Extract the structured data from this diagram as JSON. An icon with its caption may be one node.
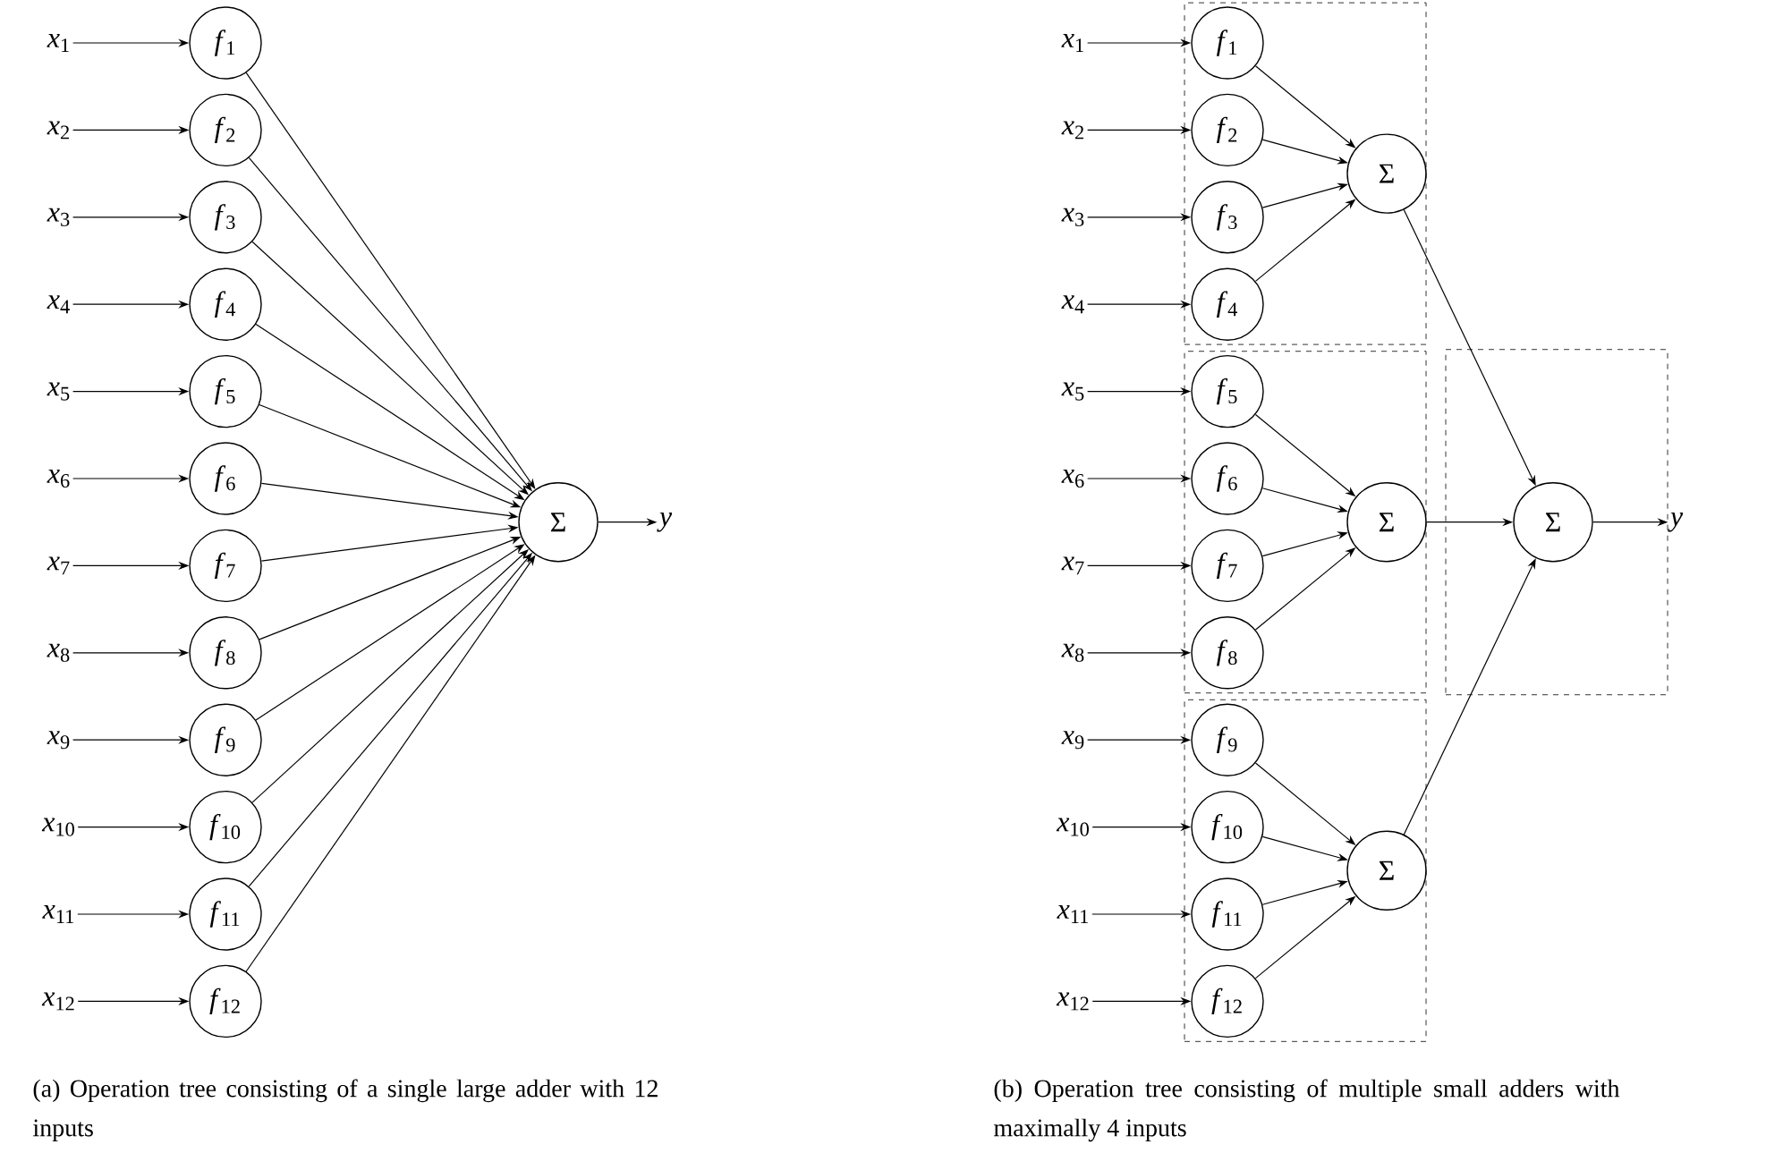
{
  "diagram": {
    "nodes": [
      {
        "text": [
          "*x*$_{1}$"
        ]
      },
      {
        "text": [
          "*x*$_{2}$"
        ]
      },
      {
        "text": [
          "*x*$_{3}$"
        ]
      },
      {
        "text": [
          "*x*$_{4}$"
        ]
      },
      {
        "text": [
          "*x*$_{5}$"
        ]
      },
      {
        "text": [
          "*x*$_{6}$"
        ]
      },
      {
        "text": [
          "*x*$_{7}$"
        ]
      },
      {
        "text": [
          "*x*$_{8}$"
        ]
      },
      {
        "text": [
          "*x*$_{9}$"
        ]
      },
      {
        "text": [
          "*x*$_{10}$"
        ]
      },
      {
        "text": [
          "*x*$_{11}$"
        ]
      },
      {
        "text": [
          "*x*$_{12}$"
        ]
      },
      {
        "text": [
          "*f*$_{1}$"
        ]
      },
      {
        "text": [
          "*f*$_{2}$"
        ]
      },
      {
        "text": [
          "*f*$_{3}$"
        ]
      },
      {
        "text": [
          "*f*$_{4}$"
        ]
      },
      {
        "text": [
          "*f*$_{5}$"
        ]
      },
      {
        "text": [
          "*f*$_{6}$"
        ]
      },
      {
        "text": [
          "*f*$_{7}$"
        ]
      },
      {
        "text": [
          "*f*$_{8}$"
        ]
      },
      {
        "text": [
          "*f*$_{9}$"
        ]
      },
      {
        "text": [
          "*f*$_{10}$"
        ]
      },
      {
        "text": [
          "*f*$_{11}$"
        ]
      },
      {
        "text": [
          "*f*$_{12}$"
        ]
      },
      {
        "text": [
          "Σ"
        ]
      },
      {
        "text": [
          "*y*"
        ]
      },
      {
        "text": [],
        "shape": "box"
      },
      {
        "text": [],
        "shape": "box"
      },
      {
        "text": [],
        "shape": "box"
      },
      {
        "text": [],
        "shape": "box"
      },
      {
        "text": [
          "*x*$_{1}$"
        ]
      },
      {
        "text": [
          "*x*$_{2}$"
        ]
      },
      {
        "text": [
          "*x*$_{3}$"
        ]
      },
      {
        "text": [
          "*x*$_{4}$"
        ]
      },
      {
        "text": [
          "*x*$_{5}$"
        ]
      },
      {
        "text": [
          "*x*$_{6}$"
        ]
      },
      {
        "text": [
          "*x*$_{7}$"
        ]
      },
      {
        "text": [
          "*x*$_{8}$"
        ]
      },
      {
        "text": [
          "*x*$_{9}$"
        ]
      },
      {
        "text": [
          "*x*$_{10}$"
        ]
      },
      {
        "text": [
          "*x*$_{11}$"
        ]
      },
      {
        "text": [
          "*x*$_{12}$"
        ]
      },
      {
        "text": [
          "*f*$_{1}$"
        ],
        "in": 26
      },
      {
        "text": [
          "*f*$_{2}$"
        ],
        "in": 26
      },
      {
        "text": [
          "*f*$_{3}$"
        ],
        "in": 26
      },
      {
        "text": [
          "*f*$_{4}$"
        ],
        "in": 26
      },
      {
        "text": [
          "*f*$_{5}$"
        ],
        "in": 27
      },
      {
        "text": [
          "*f*$_{6}$"
        ],
        "in": 27
      },
      {
        "text": [
          "*f*$_{7}$"
        ],
        "in": 27
      },
      {
        "text": [
          "*f*$_{8}$"
        ],
        "in": 27
      },
      {
        "text": [
          "*f*$_{9}$"
        ],
        "in": 28
      },
      {
        "text": [
          "*f*$_{10}$"
        ],
        "in": 28
      },
      {
        "text": [
          "*f*$_{11}$"
        ],
        "in": 28
      },
      {
        "text": [
          "*f*$_{12}$"
        ],
        "in": 28
      },
      {
        "text": [
          "Σ"
        ],
        "in": 26
      },
      {
        "text": [
          "Σ"
        ],
        "in": 27
      },
      {
        "text": [
          "Σ"
        ],
        "in": 28
      },
      {
        "text": [
          "Σ"
        ],
        "in": 29
      },
      {
        "text": [
          "*y*"
        ]
      }
    ],
    "edges": [
      {
        "from": 0,
        "to": 12,
        "arrow": "to"
      },
      {
        "from": 1,
        "to": 13,
        "arrow": "to"
      },
      {
        "from": 2,
        "to": 14,
        "arrow": "to"
      },
      {
        "from": 3,
        "to": 15,
        "arrow": "to"
      },
      {
        "from": 4,
        "to": 16,
        "arrow": "to"
      },
      {
        "from": 5,
        "to": 17,
        "arrow": "to"
      },
      {
        "from": 6,
        "to": 18,
        "arrow": "to"
      },
      {
        "from": 7,
        "to": 19,
        "arrow": "to"
      },
      {
        "from": 8,
        "to": 20,
        "arrow": "to"
      },
      {
        "from": 9,
        "to": 21,
        "arrow": "to"
      },
      {
        "from": 10,
        "to": 22,
        "arrow": "to"
      },
      {
        "from": 11,
        "to": 23,
        "arrow": "to"
      },
      {
        "from": 12,
        "to": 24,
        "arrow": "to"
      },
      {
        "from": 13,
        "to": 24,
        "arrow": "to"
      },
      {
        "from": 14,
        "to": 24,
        "arrow": "to"
      },
      {
        "from": 15,
        "to": 24,
        "arrow": "to"
      },
      {
        "from": 16,
        "to": 24,
        "arrow": "to"
      },
      {
        "from": 17,
        "to": 24,
        "arrow": "to"
      },
      {
        "from": 18,
        "to": 24,
        "arrow": "to"
      },
      {
        "from": 19,
        "to": 24,
        "arrow": "to"
      },
      {
        "from": 20,
        "to": 24,
        "arrow": "to"
      },
      {
        "from": 21,
        "to": 24,
        "arrow": "to"
      },
      {
        "from": 22,
        "to": 24,
        "arrow": "to"
      },
      {
        "from": 23,
        "to": 24,
        "arrow": "to"
      },
      {
        "from": 24,
        "to": 25,
        "arrow": "to"
      },
      {
        "from": 30,
        "to": 42,
        "arrow": "to"
      },
      {
        "from": 31,
        "to": 43,
        "arrow": "to"
      },
      {
        "from": 32,
        "to": 44,
        "arrow": "to"
      },
      {
        "from": 33,
        "to": 45,
        "arrow": "to"
      },
      {
        "from": 34,
        "to": 46,
        "arrow": "to"
      },
      {
        "from": 35,
        "to": 47,
        "arrow": "to"
      },
      {
        "from": 36,
        "to": 48,
        "arrow": "to"
      },
      {
        "from": 37,
        "to": 49,
        "arrow": "to"
      },
      {
        "from": 38,
        "to": 50,
        "arrow": "to"
      },
      {
        "from": 39,
        "to": 51,
        "arrow": "to"
      },
      {
        "from": 40,
        "to": 52,
        "arrow": "to"
      },
      {
        "from": 41,
        "to": 53,
        "arrow": "to"
      },
      {
        "from": 42,
        "to": 54,
        "arrow": "to"
      },
      {
        "from": 43,
        "to": 54,
        "arrow": "to"
      },
      {
        "from": 44,
        "to": 54,
        "arrow": "to"
      },
      {
        "from": 45,
        "to": 54,
        "arrow": "to"
      },
      {
        "from": 46,
        "to": 55,
        "arrow": "to"
      },
      {
        "from": 47,
        "to": 55,
        "arrow": "to"
      },
      {
        "from": 48,
        "to": 55,
        "arrow": "to"
      },
      {
        "from": 49,
        "to": 55,
        "arrow": "to"
      },
      {
        "from": 50,
        "to": 56,
        "arrow": "to"
      },
      {
        "from": 51,
        "to": 56,
        "arrow": "to"
      },
      {
        "from": 52,
        "to": 56,
        "arrow": "to"
      },
      {
        "from": 53,
        "to": 56,
        "arrow": "to"
      },
      {
        "from": 54,
        "to": 57,
        "arrow": "to"
      },
      {
        "from": 55,
        "to": 57,
        "arrow": "to"
      },
      {
        "from": 56,
        "to": 57,
        "arrow": "to"
      },
      {
        "from": 57,
        "to": 58,
        "arrow": "to"
      }
    ],
    "labels": [
      "(a) Operation tree consisting of a single large adder with 12 inputs",
      "(b) Operation tree consisting of multiple small adders with maximally 4 inputs"
    ]
  }
}
